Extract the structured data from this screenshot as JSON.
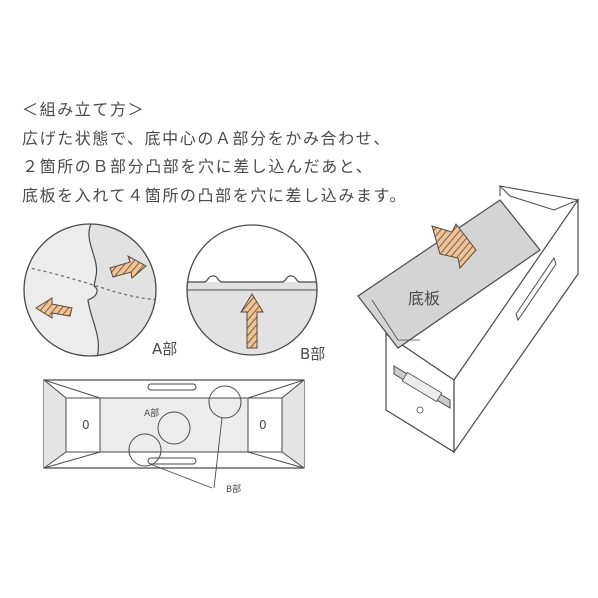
{
  "instructions": {
    "heading": "＜組み立て方＞",
    "lines": [
      "広げた状態で、底中心のＡ部分をかみ合わせ、",
      "２箇所のＢ部分凸部を穴に差し込んだあと、",
      "底板を入れて４箇所の凸部を穴に差し込みます。"
    ]
  },
  "labels": {
    "a_part": "A部",
    "b_part": "B部",
    "bottom_board": "底板",
    "flat_a_part": "A部",
    "flat_b_part": "B部",
    "left_hole": "0",
    "right_hole": "0"
  },
  "colors": {
    "line": "#4a4a4a",
    "panel_fill": "#e4e4e4",
    "board_fill": "#d6d6d6",
    "arrow_fill": "#e8b888",
    "arrow_stroke": "#5a4a3a"
  }
}
